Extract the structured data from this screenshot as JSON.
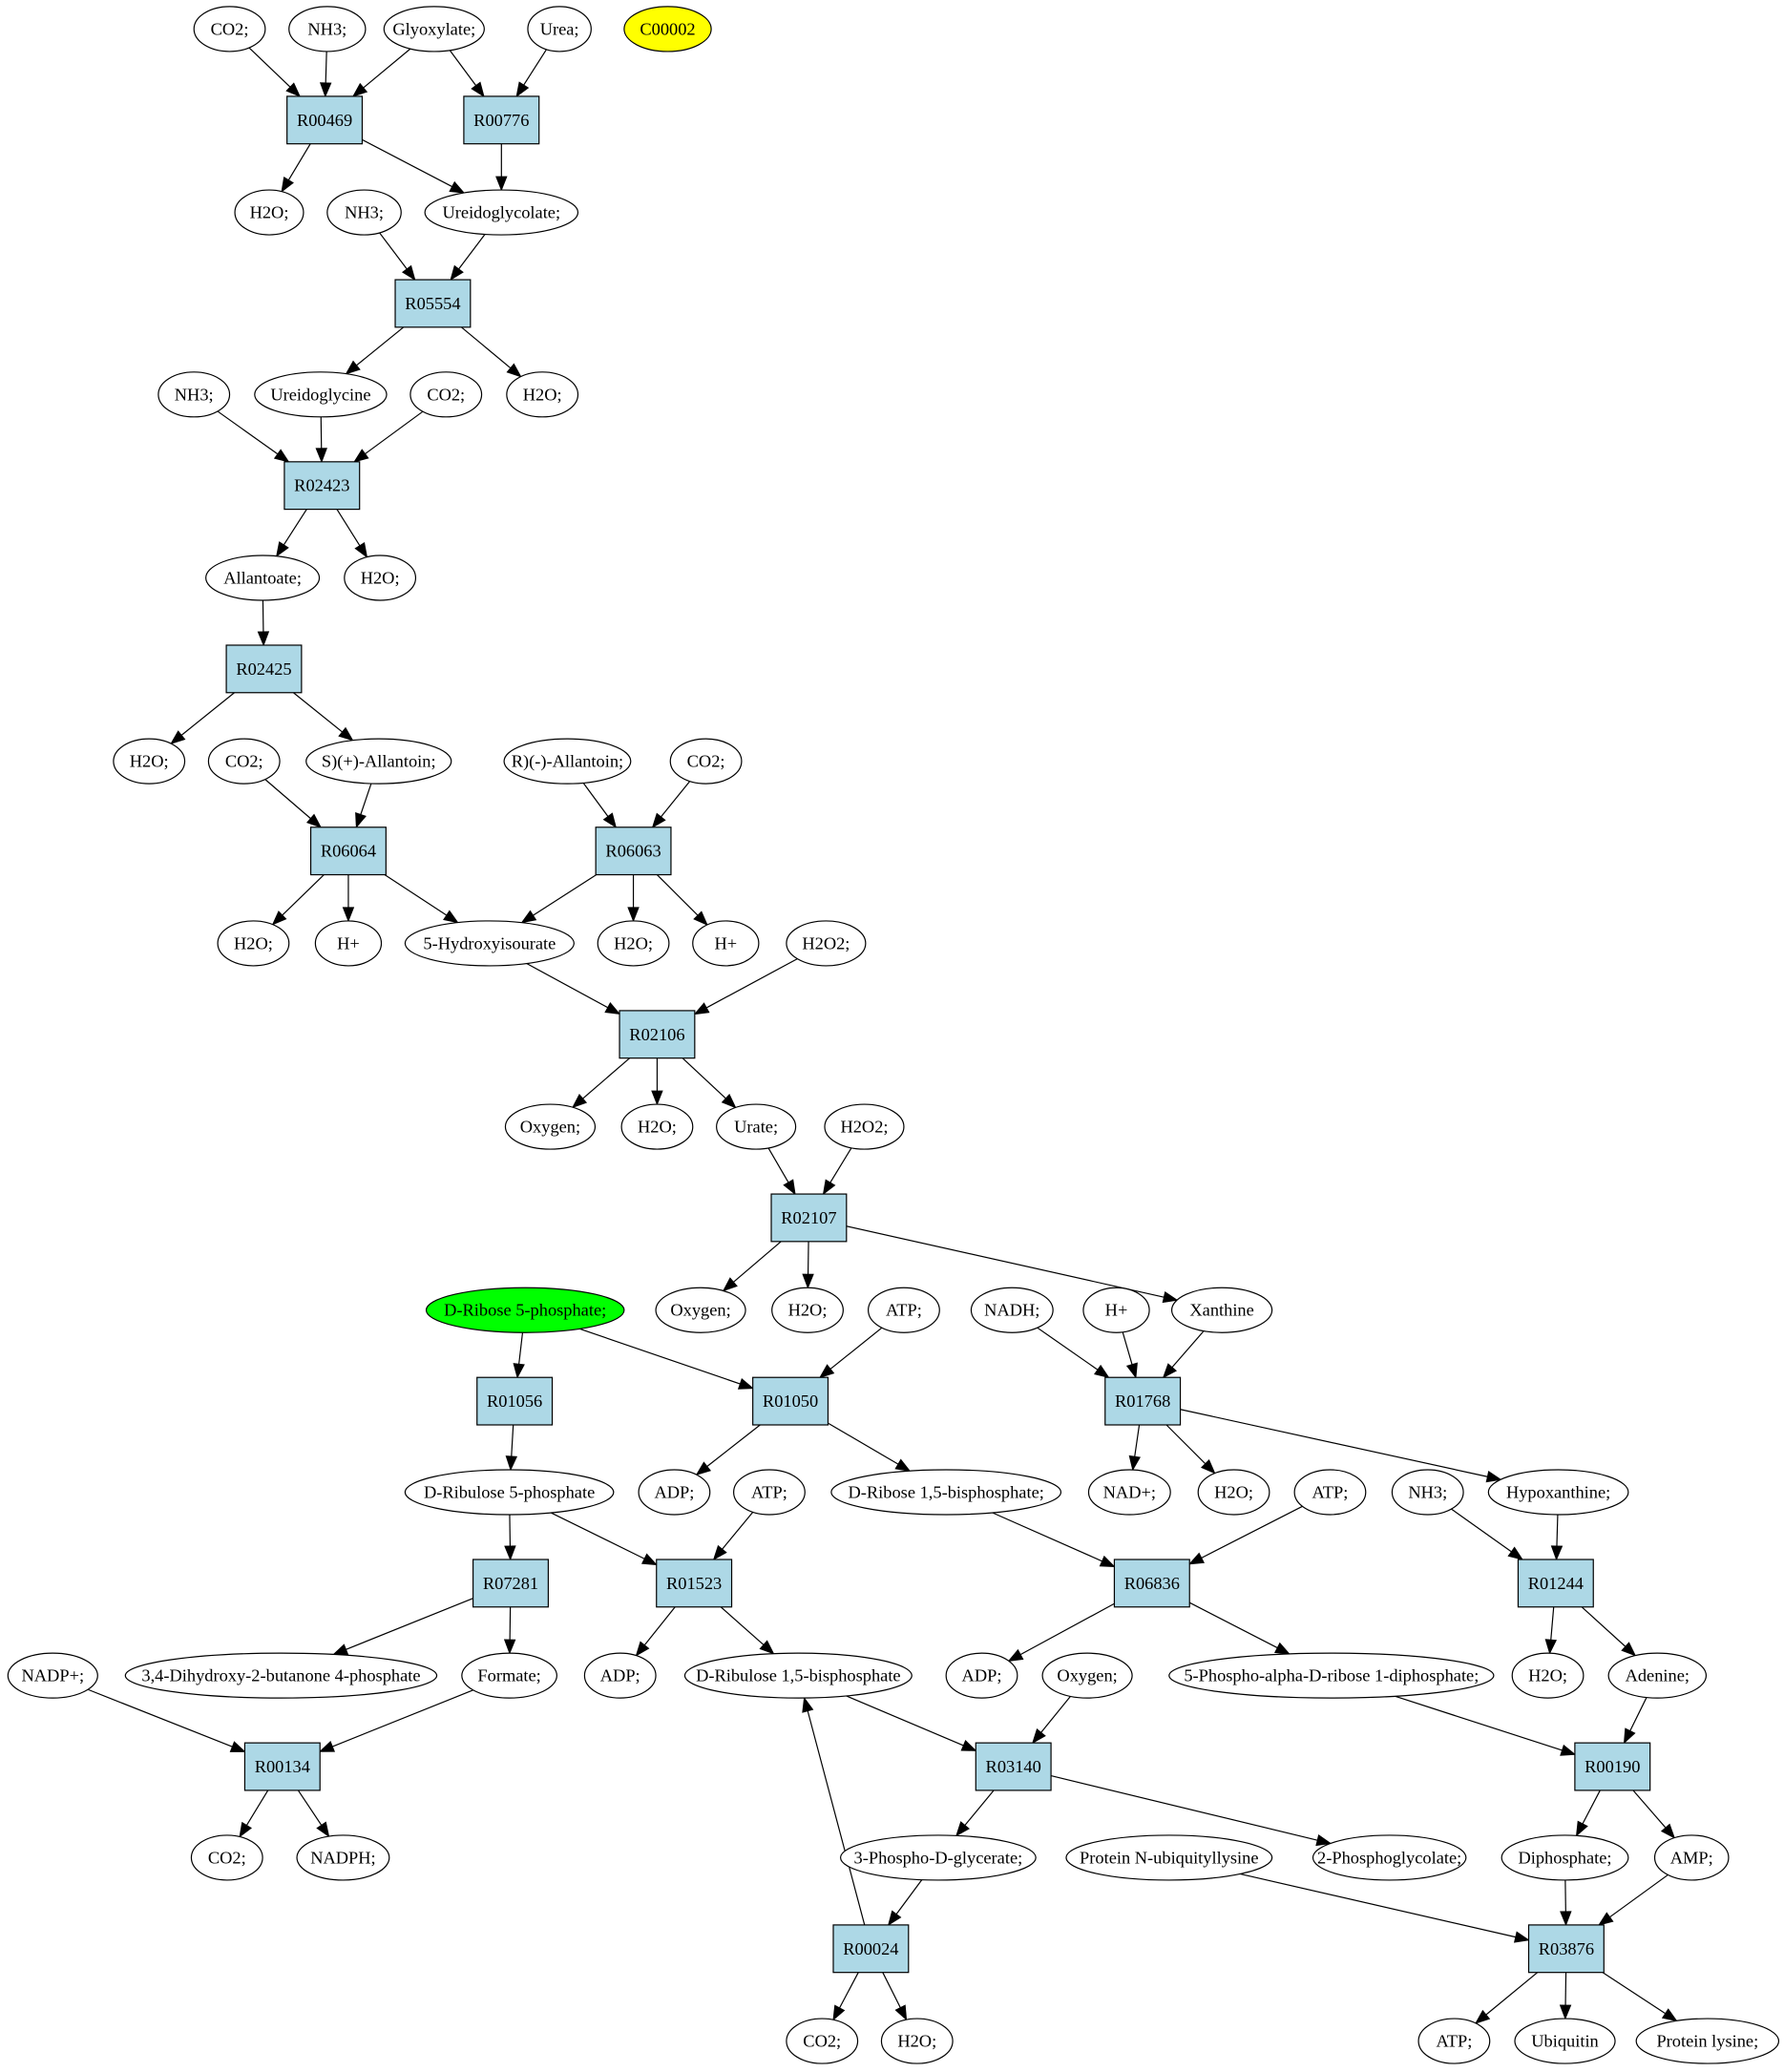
{
  "colors": {
    "reaction_fill": "#add8e6",
    "compound_fill": "#ffffff",
    "highlight_yellow": "#ffff00",
    "highlight_green": "#00ff00"
  },
  "reactions": [
    {
      "id": "R00469",
      "label": "R00469"
    },
    {
      "id": "R00776",
      "label": "R00776"
    },
    {
      "id": "R05554",
      "label": "R05554"
    },
    {
      "id": "R02423",
      "label": "R02423"
    },
    {
      "id": "R02425",
      "label": "R02425"
    },
    {
      "id": "R06064",
      "label": "R06064"
    },
    {
      "id": "R06063",
      "label": "R06063"
    },
    {
      "id": "R02106",
      "label": "R02106"
    },
    {
      "id": "R02107",
      "label": "R02107"
    },
    {
      "id": "R01056",
      "label": "R01056"
    },
    {
      "id": "R01050",
      "label": "R01050"
    },
    {
      "id": "R01768",
      "label": "R01768"
    },
    {
      "id": "R07281",
      "label": "R07281"
    },
    {
      "id": "R01523",
      "label": "R01523"
    },
    {
      "id": "R06836",
      "label": "R06836"
    },
    {
      "id": "R01244",
      "label": "R01244"
    },
    {
      "id": "R00134",
      "label": "R00134"
    },
    {
      "id": "R03140",
      "label": "R03140"
    },
    {
      "id": "R00190",
      "label": "R00190"
    },
    {
      "id": "R00024",
      "label": "R00024"
    },
    {
      "id": "R03876",
      "label": "R03876"
    }
  ],
  "compounds": [
    {
      "id": "co2_a",
      "label": "CO2;"
    },
    {
      "id": "nh3_a",
      "label": "NH3;"
    },
    {
      "id": "glyoxylate",
      "label": "Glyoxylate;"
    },
    {
      "id": "urea",
      "label": "Urea;"
    },
    {
      "id": "c00002",
      "label": "C00002",
      "highlight": "yellow"
    },
    {
      "id": "h2o_a",
      "label": "H2O;"
    },
    {
      "id": "nh3_b",
      "label": "NH3;"
    },
    {
      "id": "ureidoglycolate",
      "label": "Ureidoglycolate;"
    },
    {
      "id": "nh3_c",
      "label": "NH3;"
    },
    {
      "id": "ureidoglycine",
      "label": "Ureidoglycine"
    },
    {
      "id": "co2_b",
      "label": "CO2;"
    },
    {
      "id": "h2o_b",
      "label": "H2O;"
    },
    {
      "id": "allantoate",
      "label": "Allantoate;"
    },
    {
      "id": "h2o_c",
      "label": "H2O;"
    },
    {
      "id": "h2o_d",
      "label": "H2O;"
    },
    {
      "id": "co2_c",
      "label": "CO2;"
    },
    {
      "id": "s_allantoin",
      "label": "S)(+)-Allantoin;"
    },
    {
      "id": "r_allantoin",
      "label": "R)(-)-Allantoin;"
    },
    {
      "id": "co2_d",
      "label": "CO2;"
    },
    {
      "id": "h2o_e",
      "label": "H2O;"
    },
    {
      "id": "hplus_a",
      "label": "H+"
    },
    {
      "id": "hydroxyisourate",
      "label": "5-Hydroxyisourate"
    },
    {
      "id": "h2o_f",
      "label": "H2O;"
    },
    {
      "id": "hplus_b",
      "label": "H+"
    },
    {
      "id": "h2o2_a",
      "label": "H2O2;"
    },
    {
      "id": "oxygen_a",
      "label": "Oxygen;"
    },
    {
      "id": "h2o_g",
      "label": "H2O;"
    },
    {
      "id": "urate",
      "label": "Urate;"
    },
    {
      "id": "h2o2_b",
      "label": "H2O2;"
    },
    {
      "id": "ribose5p",
      "label": "D-Ribose 5-phosphate;",
      "highlight": "green"
    },
    {
      "id": "oxygen_b",
      "label": "Oxygen;"
    },
    {
      "id": "h2o_h",
      "label": "H2O;"
    },
    {
      "id": "atp_a",
      "label": "ATP;"
    },
    {
      "id": "nadh",
      "label": "NADH;"
    },
    {
      "id": "hplus_c",
      "label": "H+"
    },
    {
      "id": "xanthine",
      "label": "Xanthine"
    },
    {
      "id": "ribulose5p",
      "label": "D-Ribulose 5-phosphate"
    },
    {
      "id": "adp_a",
      "label": "ADP;"
    },
    {
      "id": "atp_b",
      "label": "ATP;"
    },
    {
      "id": "ribose15bp",
      "label": "D-Ribose 1,5-bisphosphate;"
    },
    {
      "id": "nadplus",
      "label": "NAD+;"
    },
    {
      "id": "h2o_i",
      "label": "H2O;"
    },
    {
      "id": "atp_c",
      "label": "ATP;"
    },
    {
      "id": "nh3_d",
      "label": "NH3;"
    },
    {
      "id": "hypoxanthine",
      "label": "Hypoxanthine;"
    },
    {
      "id": "nadpplus",
      "label": "NADP+;"
    },
    {
      "id": "dihydroxybutanone",
      "label": "3,4-Dihydroxy-2-butanone 4-phosphate"
    },
    {
      "id": "formate",
      "label": "Formate;"
    },
    {
      "id": "adp_b",
      "label": "ADP;"
    },
    {
      "id": "ribulose15bp",
      "label": "D-Ribulose 1,5-bisphosphate"
    },
    {
      "id": "adp_c",
      "label": "ADP;"
    },
    {
      "id": "oxygen_c",
      "label": "Oxygen;"
    },
    {
      "id": "prpp",
      "label": "5-Phospho-alpha-D-ribose 1-diphosphate;"
    },
    {
      "id": "h2o_j",
      "label": "H2O;"
    },
    {
      "id": "adenine",
      "label": "Adenine;"
    },
    {
      "id": "co2_e",
      "label": "CO2;"
    },
    {
      "id": "nadph",
      "label": "NADPH;"
    },
    {
      "id": "phosphoglycerate",
      "label": "3-Phospho-D-glycerate;"
    },
    {
      "id": "protein_ubq",
      "label": "Protein N-ubiquityllysine"
    },
    {
      "id": "phosphoglycolate",
      "label": "2-Phosphoglycolate;"
    },
    {
      "id": "diphosphate",
      "label": "Diphosphate;"
    },
    {
      "id": "amp",
      "label": "AMP;"
    },
    {
      "id": "co2_f",
      "label": "CO2;"
    },
    {
      "id": "h2o_k",
      "label": "H2O;"
    },
    {
      "id": "atp_d",
      "label": "ATP;"
    },
    {
      "id": "ubiquitin",
      "label": "Ubiquitin"
    },
    {
      "id": "protein_lysine",
      "label": "Protein lysine;"
    }
  ],
  "edges": [
    [
      "co2_a",
      "R00469"
    ],
    [
      "nh3_a",
      "R00469"
    ],
    [
      "glyoxylate",
      "R00469"
    ],
    [
      "glyoxylate",
      "R00776"
    ],
    [
      "urea",
      "R00776"
    ],
    [
      "R00469",
      "h2o_a"
    ],
    [
      "R00469",
      "ureidoglycolate"
    ],
    [
      "R00776",
      "ureidoglycolate"
    ],
    [
      "nh3_b",
      "R05554"
    ],
    [
      "ureidoglycolate",
      "R05554"
    ],
    [
      "R05554",
      "ureidoglycine"
    ],
    [
      "R05554",
      "h2o_b"
    ],
    [
      "nh3_c",
      "R02423"
    ],
    [
      "ureidoglycine",
      "R02423"
    ],
    [
      "co2_b",
      "R02423"
    ],
    [
      "R02423",
      "allantoate"
    ],
    [
      "R02423",
      "h2o_c"
    ],
    [
      "allantoate",
      "R02425"
    ],
    [
      "R02425",
      "h2o_d"
    ],
    [
      "R02425",
      "s_allantoin"
    ],
    [
      "co2_c",
      "R06064"
    ],
    [
      "s_allantoin",
      "R06064"
    ],
    [
      "r_allantoin",
      "R06063"
    ],
    [
      "co2_d",
      "R06063"
    ],
    [
      "R06064",
      "h2o_e"
    ],
    [
      "R06064",
      "hplus_a"
    ],
    [
      "R06064",
      "hydroxyisourate"
    ],
    [
      "R06063",
      "hydroxyisourate"
    ],
    [
      "R06063",
      "h2o_f"
    ],
    [
      "R06063",
      "hplus_b"
    ],
    [
      "hydroxyisourate",
      "R02106"
    ],
    [
      "h2o2_a",
      "R02106"
    ],
    [
      "R02106",
      "oxygen_a"
    ],
    [
      "R02106",
      "h2o_g"
    ],
    [
      "R02106",
      "urate"
    ],
    [
      "urate",
      "R02107"
    ],
    [
      "h2o2_b",
      "R02107"
    ],
    [
      "R02107",
      "oxygen_b"
    ],
    [
      "R02107",
      "h2o_h"
    ],
    [
      "R02107",
      "xanthine"
    ],
    [
      "ribose5p",
      "R01056"
    ],
    [
      "ribose5p",
      "R01050"
    ],
    [
      "atp_a",
      "R01050"
    ],
    [
      "nadh",
      "R01768"
    ],
    [
      "hplus_c",
      "R01768"
    ],
    [
      "xanthine",
      "R01768"
    ],
    [
      "R01056",
      "ribulose5p"
    ],
    [
      "R01050",
      "adp_a"
    ],
    [
      "R01050",
      "ribose15bp"
    ],
    [
      "R01768",
      "nadplus"
    ],
    [
      "R01768",
      "h2o_i"
    ],
    [
      "R01768",
      "hypoxanthine"
    ],
    [
      "ribulose5p",
      "R07281"
    ],
    [
      "ribulose5p",
      "R01523"
    ],
    [
      "atp_b",
      "R01523"
    ],
    [
      "ribose15bp",
      "R06836"
    ],
    [
      "atp_c",
      "R06836"
    ],
    [
      "nh3_d",
      "R01244"
    ],
    [
      "hypoxanthine",
      "R01244"
    ],
    [
      "R07281",
      "dihydroxybutanone"
    ],
    [
      "R07281",
      "formate"
    ],
    [
      "R01523",
      "adp_b"
    ],
    [
      "R01523",
      "ribulose15bp"
    ],
    [
      "R06836",
      "adp_c"
    ],
    [
      "R06836",
      "prpp"
    ],
    [
      "R01244",
      "h2o_j"
    ],
    [
      "R01244",
      "adenine"
    ],
    [
      "nadpplus",
      "R00134"
    ],
    [
      "formate",
      "R00134"
    ],
    [
      "ribulose15bp",
      "R03140"
    ],
    [
      "oxygen_c",
      "R03140"
    ],
    [
      "prpp",
      "R00190"
    ],
    [
      "adenine",
      "R00190"
    ],
    [
      "R00134",
      "co2_e"
    ],
    [
      "R00134",
      "nadph"
    ],
    [
      "R03140",
      "phosphoglycerate"
    ],
    [
      "R03140",
      "phosphoglycolate"
    ],
    [
      "R00190",
      "diphosphate"
    ],
    [
      "R00190",
      "amp"
    ],
    [
      "phosphoglycerate",
      "R00024"
    ],
    [
      "R00024",
      "ribulose15bp"
    ],
    [
      "protein_ubq",
      "R03876"
    ],
    [
      "diphosphate",
      "R03876"
    ],
    [
      "amp",
      "R03876"
    ],
    [
      "R00024",
      "co2_f"
    ],
    [
      "R00024",
      "h2o_k"
    ],
    [
      "R03876",
      "atp_d"
    ],
    [
      "R03876",
      "ubiquitin"
    ],
    [
      "R03876",
      "protein_lysine"
    ]
  ]
}
